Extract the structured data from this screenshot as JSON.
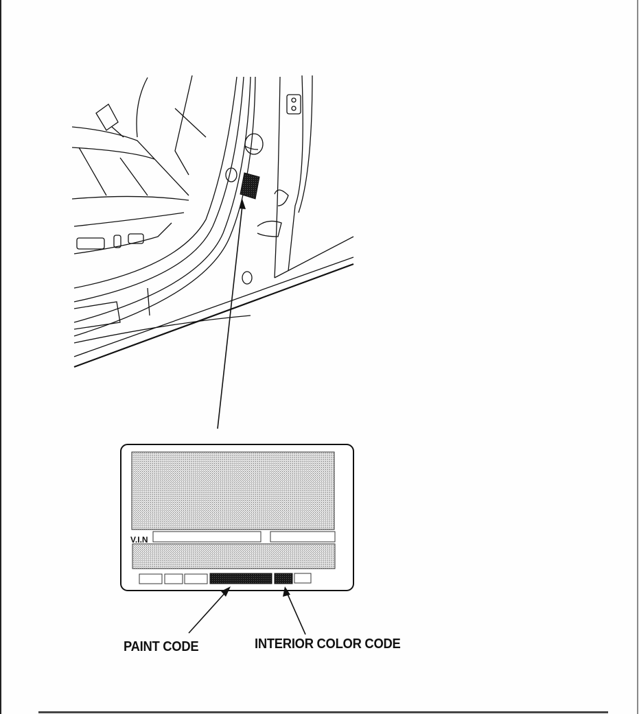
{
  "figure": {
    "description": "Door jamb label location diagram",
    "label_fields": {
      "vin_label": "V.I.N"
    },
    "callouts": [
      {
        "id": "paint",
        "label": "PAINT CODE"
      },
      {
        "id": "interior",
        "label": "INTERIOR COLOR CODE"
      }
    ]
  }
}
